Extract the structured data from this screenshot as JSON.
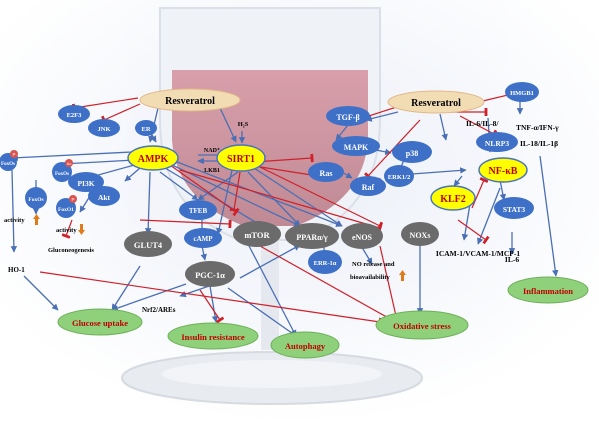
{
  "nodes": {
    "resveratrol_left": "Resveratrol",
    "resveratrol_right": "Resveratrol",
    "e2f3": "E2F3",
    "jnk": "JNK",
    "er": "ER",
    "h2s": "H₂S",
    "nad": "NAD⁺",
    "lkb1": "LKB1",
    "ampk": "AMPK",
    "sirt1": "SIRT1",
    "tgf_beta": "TGF-β",
    "mapk": "MAPK",
    "p38": "p38",
    "ras": "Ras",
    "raf": "Raf",
    "erk12": "ERK1/2",
    "hmgb1": "HMGB1",
    "il6_il8": "IL-6/IL-8/",
    "tnf_ifn": "TNF-α/IFN-γ",
    "nlrp3": "NLRP3",
    "il18_il1b": "IL-18/IL-1β",
    "nfkb": "NF-κB",
    "klf2": "KLF2",
    "stat3": "STAT3",
    "il6": "IL-6",
    "icam": "ICAM-1/VCAM-1/MCP-1",
    "inflammation": "Inflammation",
    "foxos_p": "FoxOs",
    "foxos_ac": "FoxOs",
    "foxos_a": "FoxOs",
    "foxo1": "FoxO1",
    "pi3k": "PI3K",
    "akt": "Akt",
    "tfeb": "TFEB",
    "camp": "cAMP",
    "glut4": "GLUT4",
    "mtor": "mTOR",
    "ppar": "PPARα/γ",
    "enos": "eNOS",
    "noxs": "NOXs",
    "err1a": "ERR-1α",
    "pgc1a": "PGC-1α",
    "activity1": "activity",
    "activity2": "activity",
    "gluconeogenesis": "Gluconeogenesis",
    "ho1": "HO-1",
    "nrf2": "Nrf2/AREs",
    "no_release": "NO  release    and",
    "bioavailability": "bioavailability",
    "glucose_uptake": "Glucose uptake",
    "insulin_resistance": "Insulin resistance",
    "autophagy": "Autophagy",
    "oxidative_stress": "Oxidative stress",
    "badge_p": "P",
    "badge_ac": "Ac",
    "badge_p2": "P"
  },
  "colors": {
    "blue_node": "#3e70c8",
    "gray_node": "#6b6b6b",
    "yellow_node": "#ffff00",
    "yellow_border": "#4472c4",
    "outcome_fill": "#8fd17a",
    "outcome_text": "#c00000",
    "resveratrol_fill": "#f2dcb4",
    "activation_arrow": "#4a6fb5",
    "inhibition_line": "#d0202a",
    "up_arrow": "#e07b1c"
  },
  "icons": {
    "up_arrow": "up-arrow-icon",
    "down_arrow": "down-arrow-icon"
  }
}
